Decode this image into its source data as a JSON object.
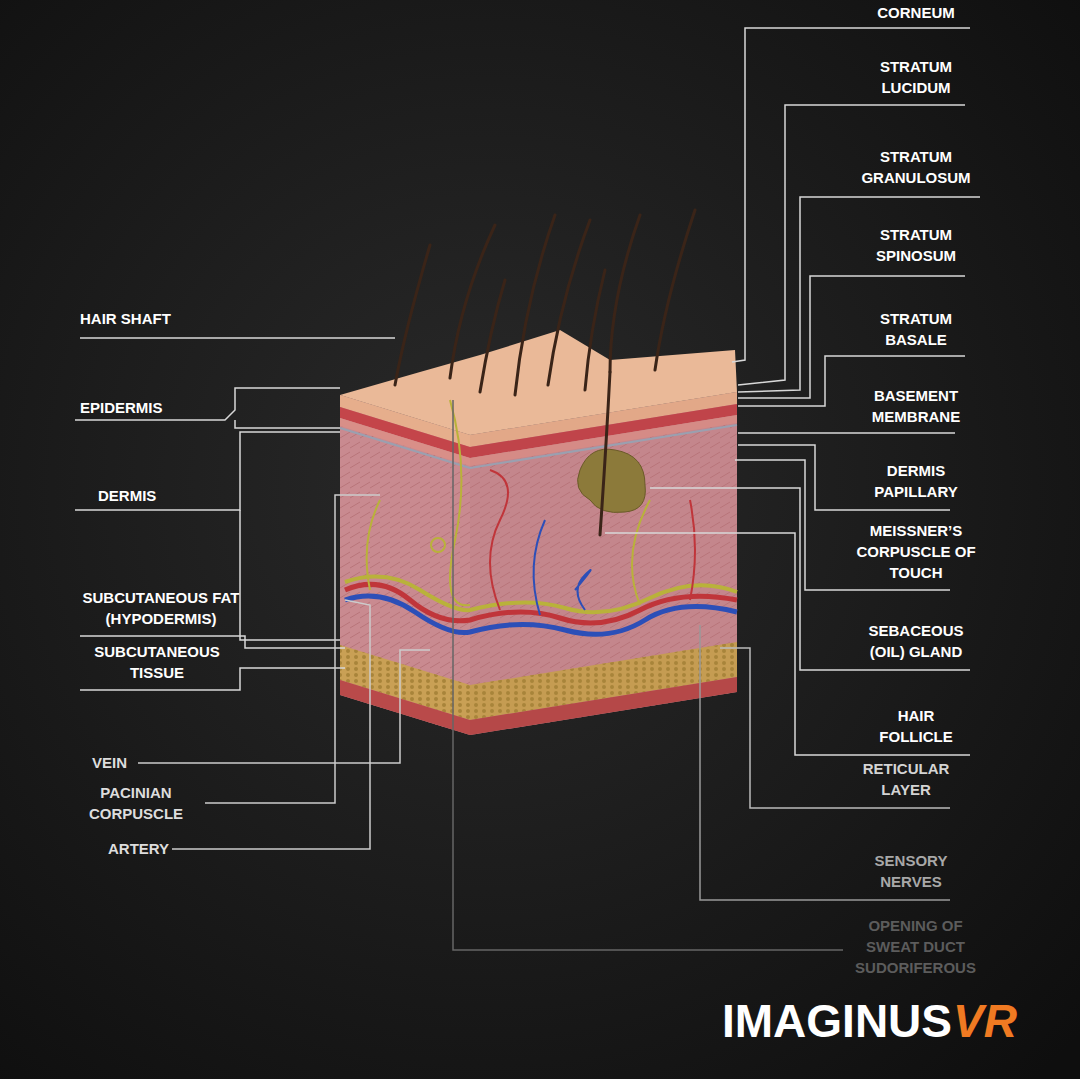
{
  "diagram": {
    "labels": [
      "CORNEUM",
      "STRATUM LUCIDUM",
      "STRATUM GRANULOSUM",
      "STRATUM SPINOSUM",
      "STRATUM BASALE",
      "BASEMENT MEMBRANE",
      "DERMIS PAPILLARY",
      "MEISSNER’S CORPUSCLE OF TOUCH",
      "SEBACEOUS (OIL) GLAND",
      "HAIR FOLLICLE",
      "RETICULAR LAYER",
      "SENSORY NERVES",
      "OPENING OF SWEAT DUCT SUDORIFEROUS",
      "HAIR SHAFT",
      "EPIDERMIS",
      "DERMIS",
      "SUBCUTANEOUS FAT (HYPODERMIS)",
      "SUBCUTANEOUS TISSUE",
      "VEIN",
      "PACINIAN CORPUSCLE",
      "ARTERY",
      "IMAGINUS",
      "VR"
    ]
  }
}
